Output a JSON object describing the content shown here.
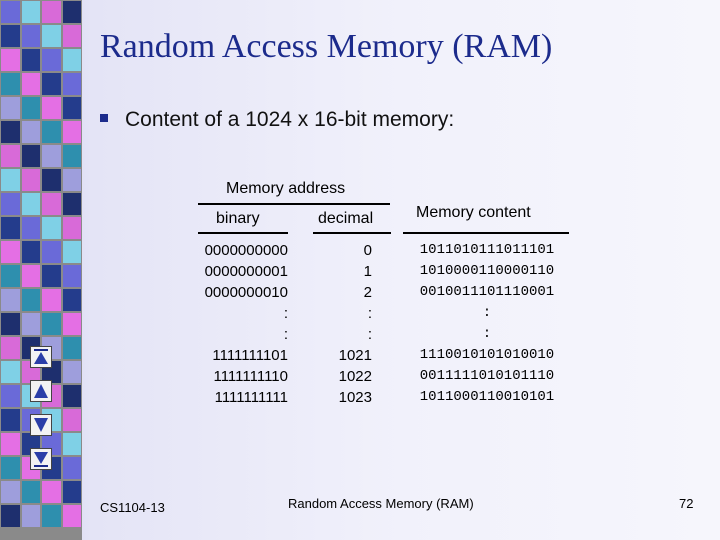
{
  "slide": {
    "title": "Random Access Memory (RAM)",
    "bullet": "Content of a 1024 x 16-bit memory:"
  },
  "table": {
    "memory_address_header": "Memory address",
    "binary_header": "binary",
    "decimal_header": "decimal",
    "content_header": "Memory content",
    "binary": [
      "0000000000",
      "0000000001",
      "0000000010",
      ":",
      ":",
      "1111111101",
      "1111111110",
      "1111111111"
    ],
    "decimal": [
      "0",
      "1",
      "2",
      ":",
      ":",
      "1021",
      "1022",
      "1023"
    ],
    "content": [
      "1011010111011101",
      "1010000110000110",
      "0010011101110001",
      ":",
      ":",
      "1110010101010010",
      "0011111010101110",
      "1011000110010101"
    ]
  },
  "nav": {
    "buttons": [
      "first-slide-icon",
      "previous-slide-icon",
      "next-slide-icon",
      "last-slide-icon"
    ]
  },
  "footer": {
    "left": "CS1104-13",
    "center": "Random Access Memory (RAM)",
    "page": "72"
  },
  "colors": {
    "title": "#1c2b8c",
    "stripe_palette": [
      "#6a6ad8",
      "#2e8fae",
      "#d86ad8",
      "#243c8c",
      "#9e9edc",
      "#7fd0e6",
      "#e46fe4",
      "#1e2f6e"
    ]
  }
}
